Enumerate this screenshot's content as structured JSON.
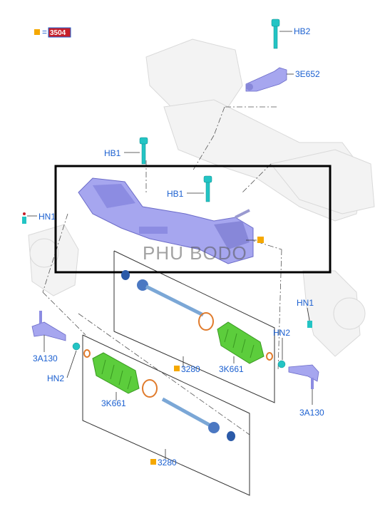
{
  "legend": {
    "eq": "=",
    "code": "3504",
    "marker_color": "#f5a800",
    "code_bg": "#c61f2a"
  },
  "watermark": "PHU BODO",
  "labels": {
    "hb2": "HB2",
    "e3652": "3E652",
    "hb1_left": "HB1",
    "hb1_center": "HB1",
    "hn1_left": "HN1",
    "hn1_right": "HN1",
    "hn2_left": "HN2",
    "hn2_right": "HN2",
    "a3130_left": "3A130",
    "a3130_right": "3A130",
    "code3280_mid": "3280",
    "code3280_bottom": "3280",
    "k661_mid": "3K661",
    "k661_bottom": "3K661"
  },
  "colors": {
    "label": "#1a5fd0",
    "bolt": "#23c4c4",
    "boot": "#5ccd3c",
    "rack": "#a6a6ef",
    "ring": "#e07b2c",
    "frame": "#000000"
  }
}
